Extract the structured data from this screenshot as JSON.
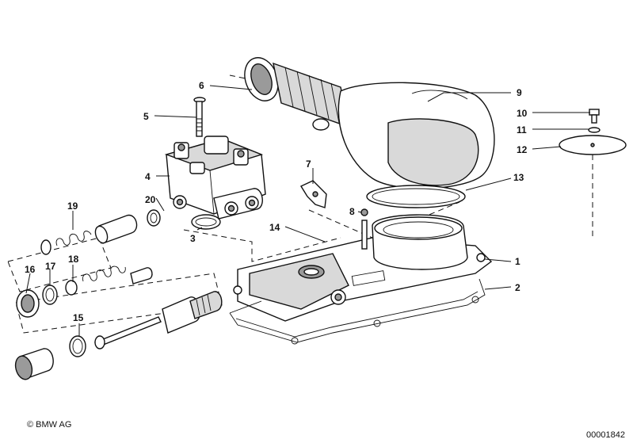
{
  "callouts": [
    "1",
    "2",
    "3",
    "4",
    "5",
    "6",
    "7",
    "8",
    "9",
    "10",
    "11",
    "12",
    "13",
    "14",
    "15",
    "16",
    "17",
    "18",
    "19",
    "20"
  ],
  "footer": {
    "copyright": "© BMW AG",
    "diagram_number": "00001842"
  }
}
